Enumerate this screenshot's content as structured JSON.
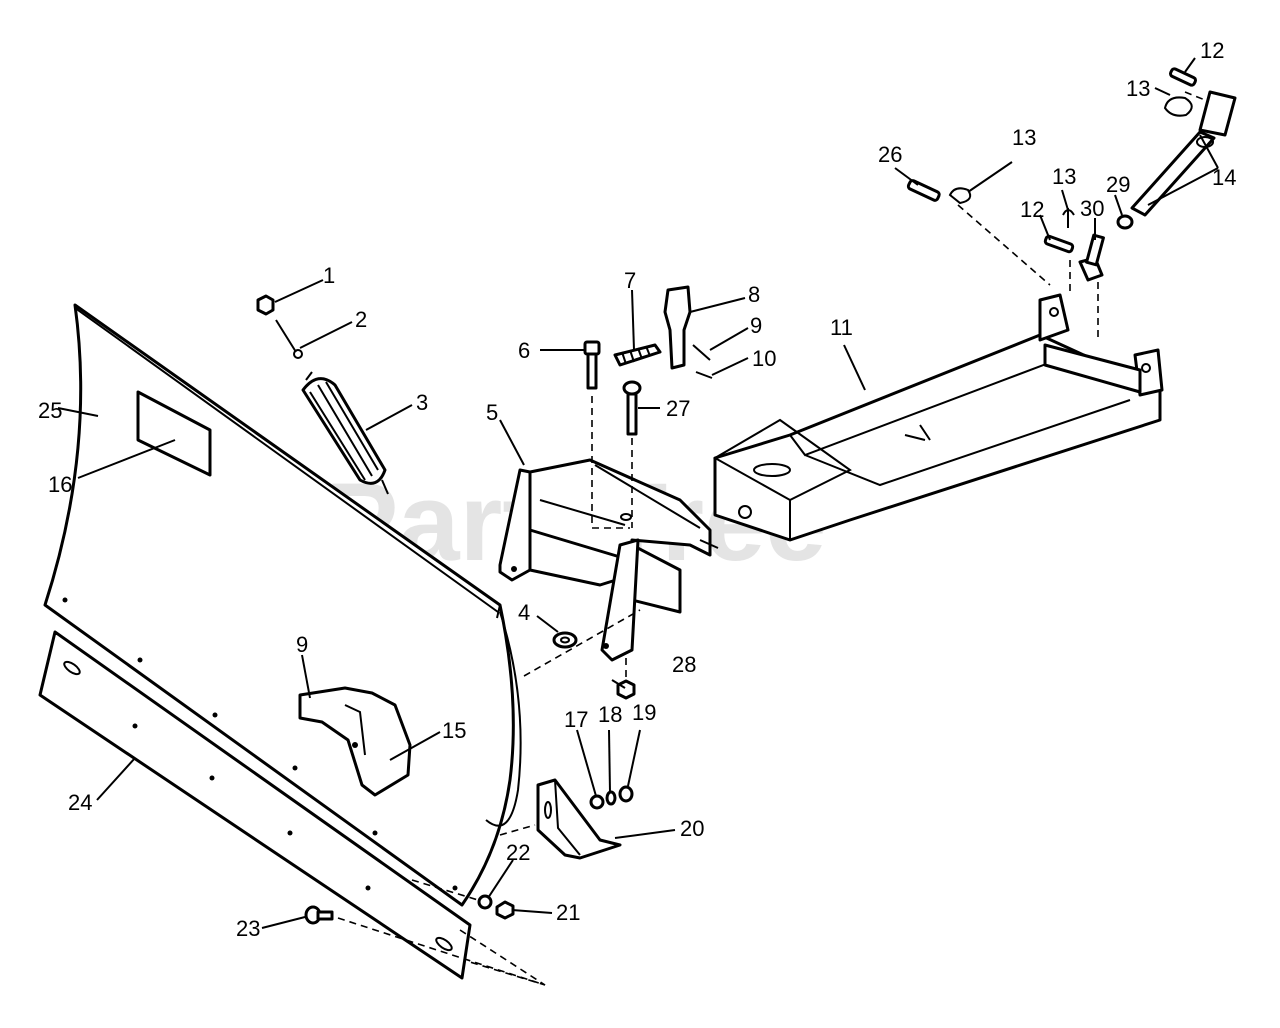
{
  "watermark": "PartsTree",
  "callouts": [
    {
      "id": "c1",
      "text": "1"
    },
    {
      "id": "c2",
      "text": "2"
    },
    {
      "id": "c3",
      "text": "3"
    },
    {
      "id": "c4",
      "text": "4"
    },
    {
      "id": "c5",
      "text": "5"
    },
    {
      "id": "c6",
      "text": "6"
    },
    {
      "id": "c7",
      "text": "7"
    },
    {
      "id": "c8",
      "text": "8"
    },
    {
      "id": "c9a",
      "text": "9"
    },
    {
      "id": "c9b",
      "text": "9"
    },
    {
      "id": "c10",
      "text": "10"
    },
    {
      "id": "c11",
      "text": "11"
    },
    {
      "id": "c12a",
      "text": "12"
    },
    {
      "id": "c12b",
      "text": "12"
    },
    {
      "id": "c13a",
      "text": "13"
    },
    {
      "id": "c13b",
      "text": "13"
    },
    {
      "id": "c13c",
      "text": "13"
    },
    {
      "id": "c14",
      "text": "14"
    },
    {
      "id": "c15",
      "text": "15"
    },
    {
      "id": "c16",
      "text": "16"
    },
    {
      "id": "c17",
      "text": "17"
    },
    {
      "id": "c18",
      "text": "18"
    },
    {
      "id": "c19",
      "text": "19"
    },
    {
      "id": "c20",
      "text": "20"
    },
    {
      "id": "c21",
      "text": "21"
    },
    {
      "id": "c22",
      "text": "22"
    },
    {
      "id": "c23",
      "text": "23"
    },
    {
      "id": "c24",
      "text": "24"
    },
    {
      "id": "c25",
      "text": "25"
    },
    {
      "id": "c26",
      "text": "26"
    },
    {
      "id": "c27",
      "text": "27"
    },
    {
      "id": "c28",
      "text": "28"
    },
    {
      "id": "c29",
      "text": "29"
    },
    {
      "id": "c30",
      "text": "30"
    }
  ]
}
